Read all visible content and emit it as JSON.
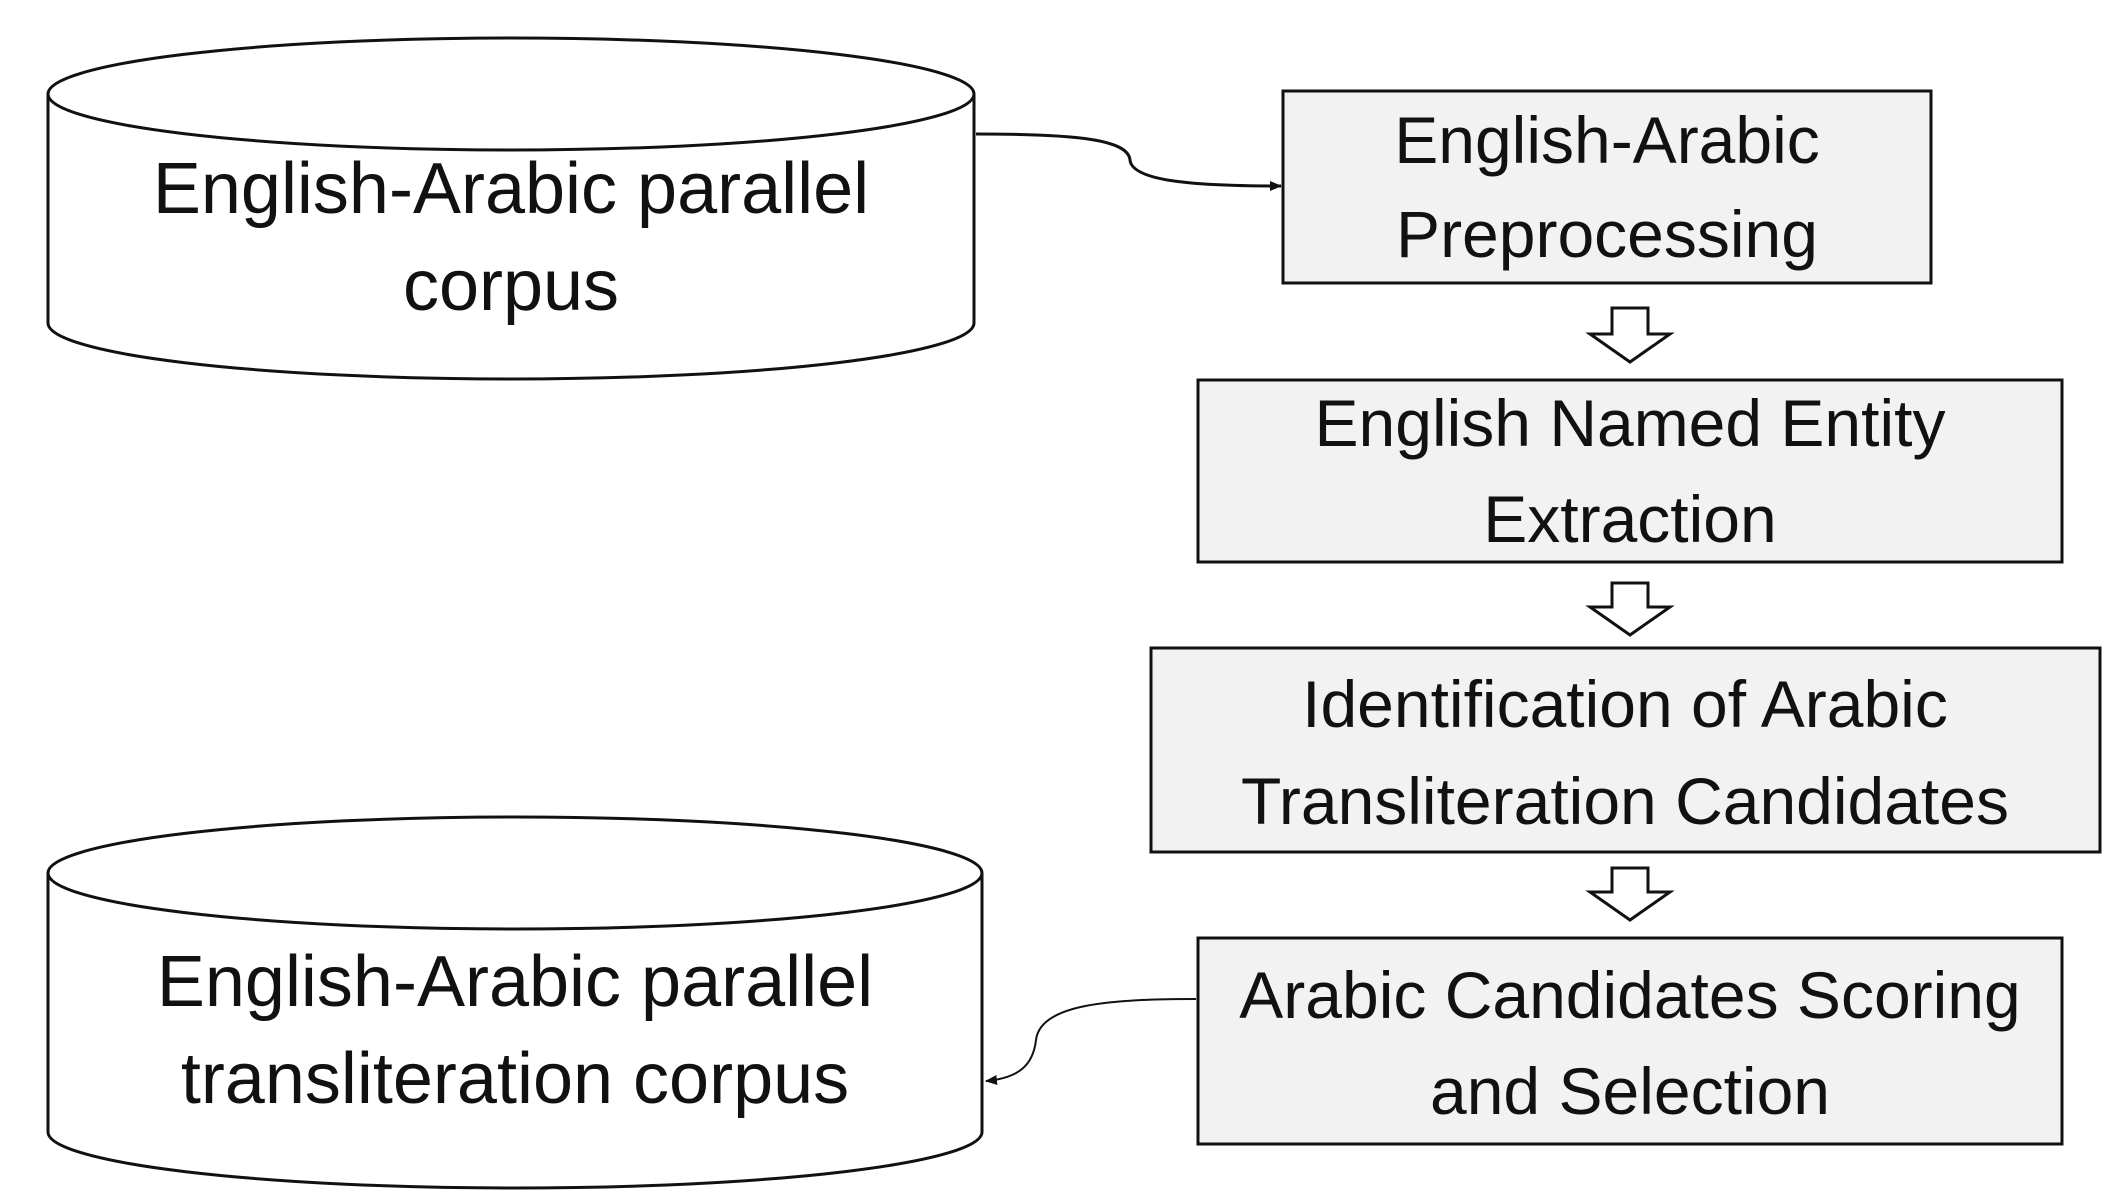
{
  "diagram": {
    "source_corpus": {
      "line1": "English-Arabic parallel",
      "line2": "corpus"
    },
    "output_corpus": {
      "line1": "English-Arabic parallel",
      "line2": "transliteration corpus"
    },
    "steps": [
      {
        "line1": "English-Arabic",
        "line2": "Preprocessing"
      },
      {
        "line1": "English Named Entity",
        "line2": "Extraction"
      },
      {
        "line1": "Identification of Arabic",
        "line2": "Transliteration Candidates"
      },
      {
        "line1": "Arabic Candidates Scoring",
        "line2": "and Selection"
      }
    ],
    "colors": {
      "box_fill": "#f2f2f2",
      "stroke": "#111111",
      "background": "#ffffff"
    }
  }
}
